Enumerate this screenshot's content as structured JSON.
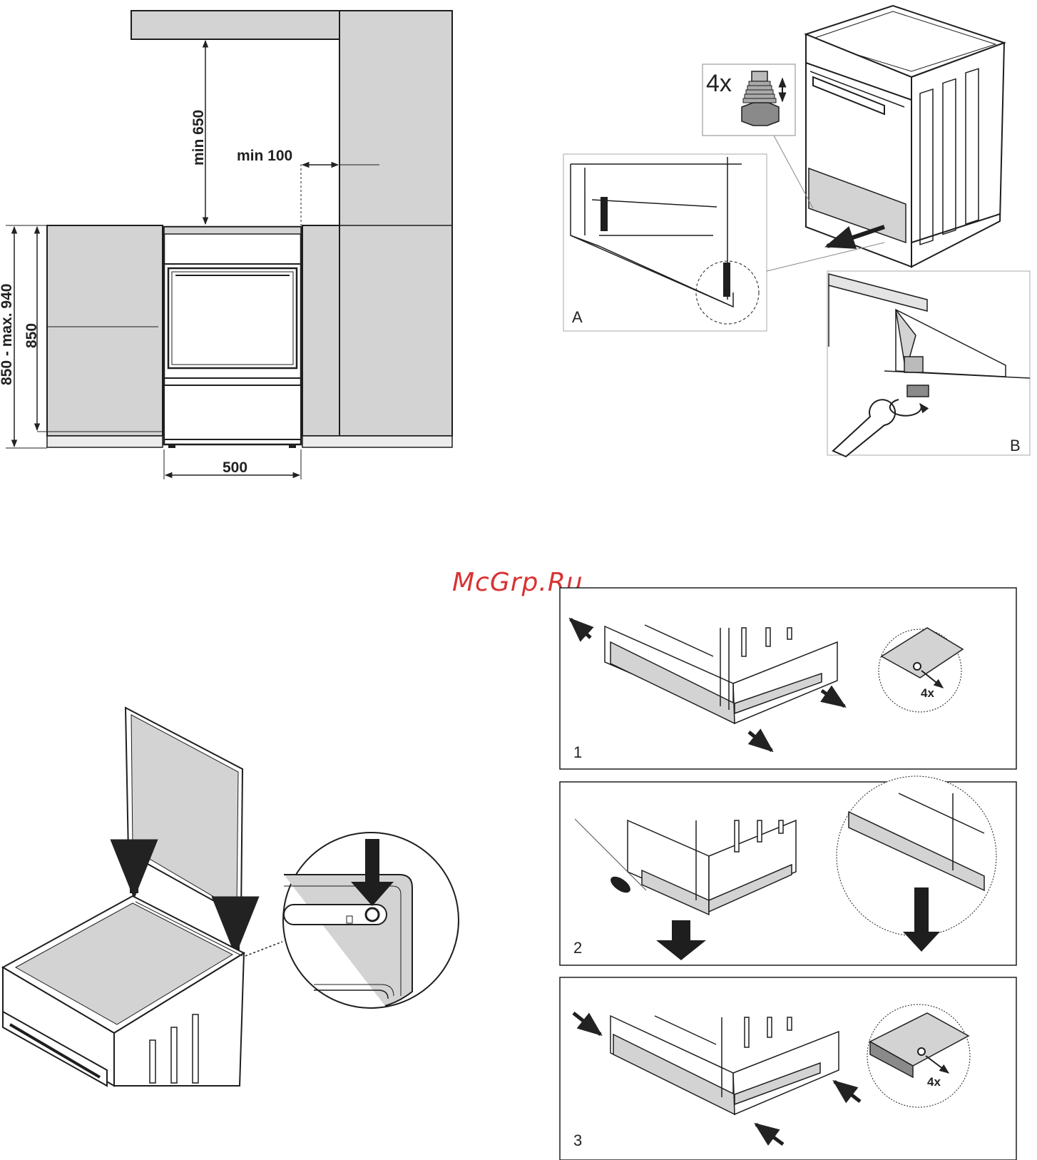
{
  "dimensions": {
    "min_top": "min 650",
    "min_side": "min 100",
    "height_range": "850 - max. 940",
    "height": "850",
    "width": "500"
  },
  "feet": {
    "quantity": "4x",
    "detail_a": "A",
    "detail_b": "B"
  },
  "watermark": "McGrp.Ru",
  "plinth_steps": [
    {
      "number": "1",
      "quantity": "4x"
    },
    {
      "number": "2"
    },
    {
      "number": "3",
      "quantity": "4x"
    }
  ],
  "colors": {
    "cabinet_fill": "#d3d3d3",
    "line": "#1e1e1e",
    "watermark": "#d83333"
  }
}
